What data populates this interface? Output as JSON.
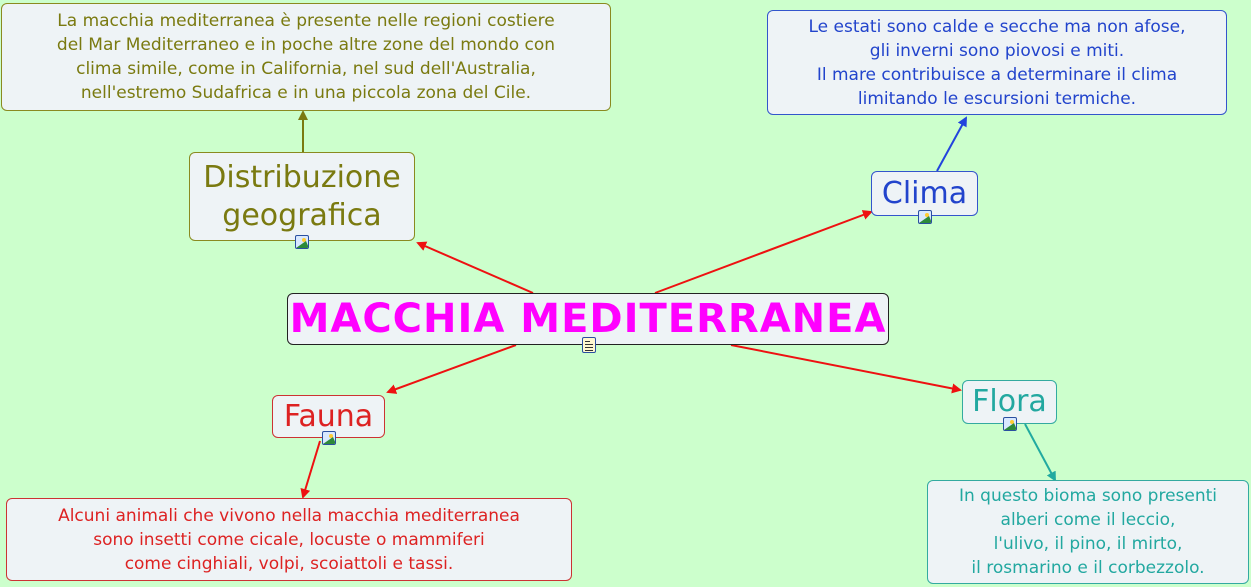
{
  "map": {
    "background": "#ccffcc",
    "central": {
      "label": "MACCHIA MEDITERRANEA",
      "color": "#ff00ff",
      "icon": "notes-document-icon"
    },
    "topics": {
      "distribuzione": {
        "label": "Distribuzione\ngeografica",
        "color": "#7a7a10",
        "icon": "image-icon",
        "note": "La macchia mediterranea è presente nelle regioni costiere\ndel Mar Mediterraneo e in poche altre zone del mondo con\nclima simile, come in California, nel sud dell'Australia,\nnell'estremo Sudafrica e in una piccola zona del Cile."
      },
      "clima": {
        "label": "Clima",
        "color": "#2244cc",
        "icon": "image-icon",
        "note": "Le estati sono calde e secche ma non afose,\ngli inverni sono piovosi e miti.\nIl mare contribuisce a determinare il clima\nlimitando le escursioni termiche."
      },
      "fauna": {
        "label": "Fauna",
        "color": "#dd2222",
        "icon": "image-icon",
        "note": "Alcuni animali che vivono nella macchia mediterranea\nsono insetti come cicale, locuste o mammiferi\ncome cinghiali, volpi, scoiattoli e tassi."
      },
      "flora": {
        "label": "Flora",
        "color": "#22a8a0",
        "icon": "image-icon",
        "note": "In questo bioma sono presenti\nalberi come il leccio,\nl'ulivo, il pino, il mirto,\nil rosmarino e il corbezzolo."
      }
    },
    "link_colors": {
      "central_links": "#ee1111",
      "distribuzione_note": "#7a7a10",
      "clima_note": "#2244dd",
      "fauna_note": "#ee1111",
      "flora_note": "#22aaa0"
    }
  }
}
